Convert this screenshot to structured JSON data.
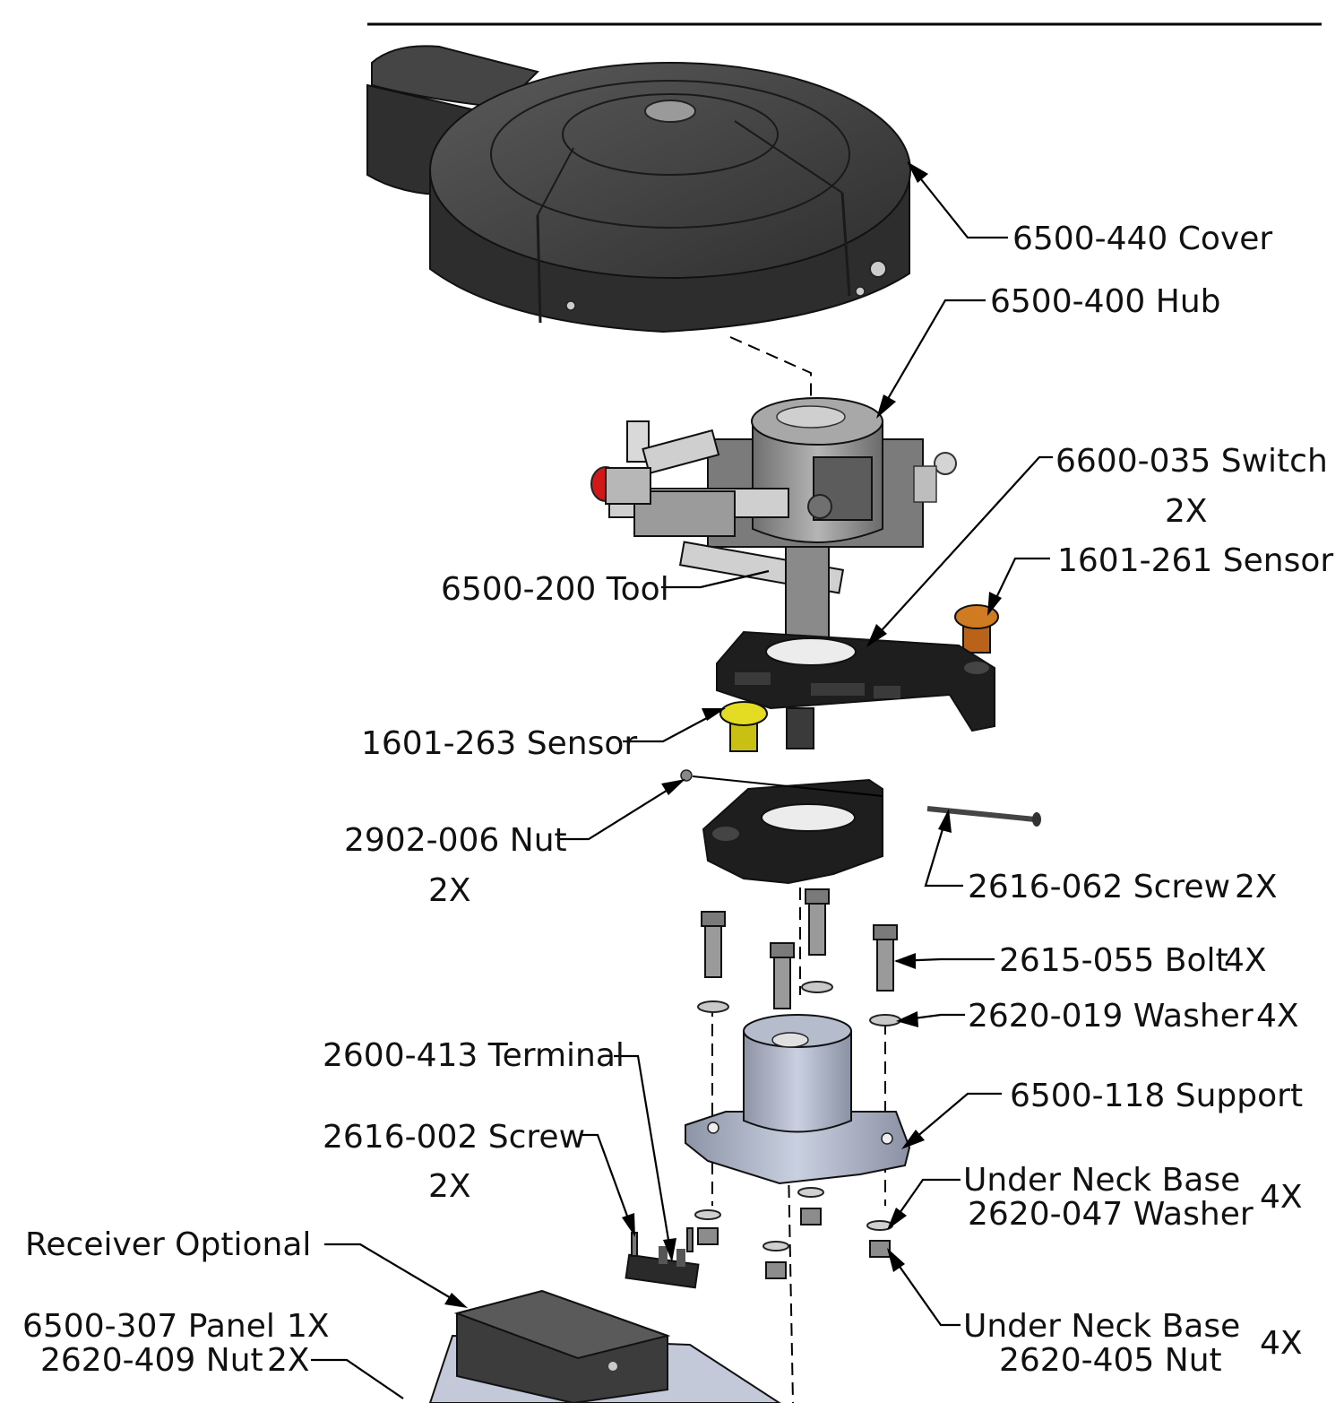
{
  "labels": {
    "cover": "6500-440 Cover",
    "hub": "6500-400 Hub",
    "switch": "6600-035 Switch",
    "switch_qty": "2X",
    "sensor_261": "1601-261 Sensor",
    "tool": "6500-200 Tool",
    "sensor_263": "1601-263 Sensor",
    "nut_006": "2902-006 Nut",
    "nut_006_qty": "2X",
    "screw_062": "2616-062 Screw",
    "screw_062_qty": "2X",
    "bolt_055": "2615-055 Bolt",
    "bolt_055_qty": "4X",
    "washer_019": "2620-019 Washer",
    "washer_019_qty": "4X",
    "terminal": "2600-413 Terminal",
    "support": "6500-118 Support",
    "screw_002": "2616-002 Screw",
    "screw_002_qty": "2X",
    "washer_047_line1": "Under Neck Base",
    "washer_047_line2": "2620-047 Washer",
    "washer_047_qty": "4X",
    "receiver": "Receiver Optional",
    "panel": "6500-307 Panel",
    "panel_qty": "1X",
    "nut_409": "2620-409 Nut",
    "nut_409_qty": "2X",
    "nut_405_line1": "Under Neck Base",
    "nut_405_line2": "2620-405 Nut",
    "nut_405_qty": "4X"
  },
  "colors": {
    "part_dark": "#3a3a3a",
    "part_black": "#1c1c1c",
    "part_metal": "#8d8d8d",
    "part_light": "#c8cfde",
    "sensor_orange": "#c8731e",
    "sensor_yellow": "#dcd21e",
    "cap_red": "#d01818"
  }
}
